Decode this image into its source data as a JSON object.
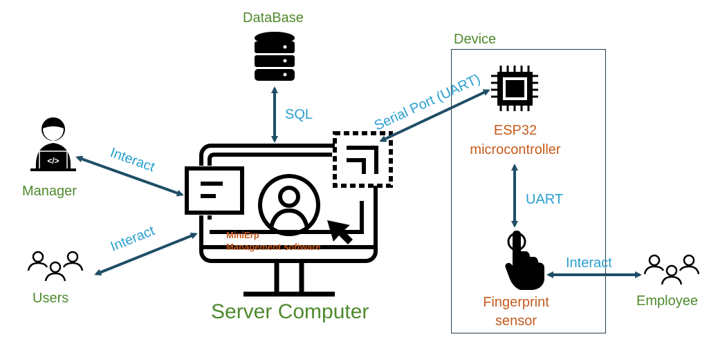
{
  "nodes": {
    "database": "DataBase",
    "server": "Server Computer",
    "software_line1": "MiniErp",
    "software_line2": "Management software",
    "manager": "Manager",
    "users": "Users",
    "device": "Device",
    "esp32_line1": "ESP32",
    "esp32_line2": "microcontroller",
    "fingerprint_line1": "Fingerprint",
    "fingerprint_line2": "sensor",
    "employee": "Employee"
  },
  "edges": {
    "sql": "SQL",
    "serial": "Serial Port (UART)",
    "uart": "UART",
    "interact_manager": "Interact",
    "interact_users": "Interact",
    "interact_employee": "Interact"
  },
  "colors": {
    "node_label": "#4e8a2c",
    "component_label": "#c55a1d",
    "edge_label": "#2a9fd0",
    "arrow": "#1f4e66",
    "icon": "#000000"
  },
  "icons": [
    "database-icon",
    "monitor-icon",
    "user-avatar-icon",
    "cursor-icon",
    "manager-icon",
    "users-icon",
    "chip-icon",
    "finger-touch-icon",
    "employee-icon"
  ]
}
